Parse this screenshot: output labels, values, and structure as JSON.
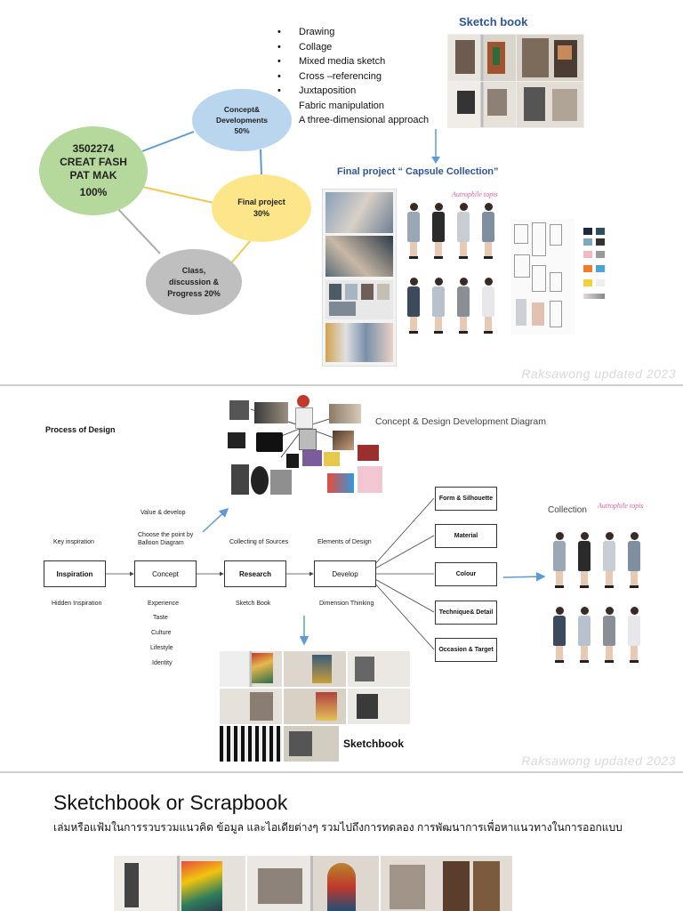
{
  "slide1": {
    "techniques": [
      "Drawing",
      "Collage",
      "Mixed media sketch",
      "Cross –referencing",
      "Juxtaposition",
      "Fabric manipulation",
      "A three-dimensional approach"
    ],
    "sketchbook_title": "Sketch book",
    "final_project_title": "Final project “ Capsule Collection”",
    "course_bubble": {
      "code": "3502274",
      "line1": "CREAT FASH",
      "line2": "PAT MAK",
      "pct": "100%"
    },
    "concept_bubble": {
      "line1": "Concept&",
      "line2": "Developments",
      "pct": "50%"
    },
    "final_bubble": {
      "line1": "Final project",
      "pct": "30%"
    },
    "class_bubble": {
      "line1": "Class,",
      "line2": "discussion &",
      "line3": "Progress 20%"
    },
    "collection_brand": "Autrophile topis",
    "footer": "Raksawong  updated 2023",
    "colors": {
      "concept": "#b9d6ee",
      "course": "#b5d99c",
      "final": "#fde58a",
      "class": "#bfbfbf",
      "title_blue": "#2f5597",
      "arrow": "#5b9bd5"
    }
  },
  "slide2": {
    "process_title": "Process of Design",
    "concept_diagram_title": "Concept & Design Development Diagram",
    "collection_label": "Collection",
    "collection_brand": "Autrophile topis",
    "stages": [
      "Inspiration",
      "Concept",
      "Research",
      "Develop"
    ],
    "above_labels": {
      "inspiration": "Key inspiration",
      "concept_top": "Value & develop",
      "concept_mid": "Choose the point by Balloon Diagram",
      "research": "Collecting of Sources",
      "develop": "Elements of Design"
    },
    "below_labels": {
      "inspiration": "Hidden Inspiration",
      "concept": [
        "Experience",
        "Taste",
        "Culture",
        "Lifestyle",
        "Identity"
      ],
      "research": "Sketch Book",
      "develop": "Dimension Thinking"
    },
    "elements": [
      "Form & Silhouette",
      "Material",
      "Colour",
      "Technique& Detail",
      "Occasion & Target"
    ],
    "sketchbook_label": "Sketchbook",
    "footer": "Raksawong  updated 2023"
  },
  "slide3": {
    "title": "Sketchbook or Scrapbook",
    "subtitle": "เล่มหรือแฟ้มในการรวบรวมแนวคิด ข้อมูล และไอเดียต่างๆ รวมไปถึงการทดลอง การพัฒนาการเพื่อหาแนวทางในการออกแบบ"
  }
}
